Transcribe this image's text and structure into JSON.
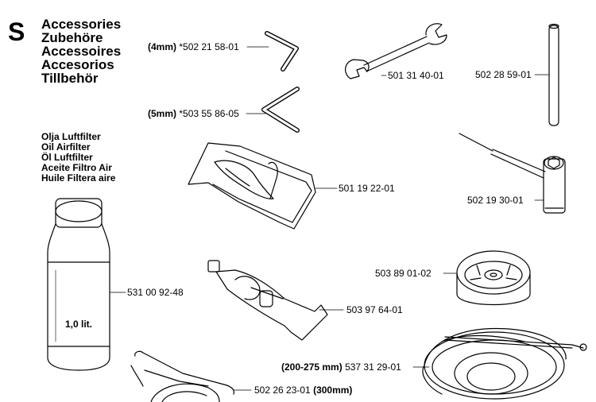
{
  "section": {
    "letter": "S"
  },
  "titles": [
    "Accessories",
    "Zubehöre",
    "Accessoires",
    "Accesorios",
    "Tillbehör"
  ],
  "oil_filter_titles": [
    "Olja Luftfilter",
    "Oil Airfilter",
    "Öl Luftfilter",
    "Aceite Filtro Air",
    "Huile Filtera aire"
  ],
  "parts": {
    "hex_key_4mm": {
      "prefix": "(4mm)",
      "number": "*502 21 58-01"
    },
    "hex_key_5mm": {
      "prefix": "(5mm)",
      "number": "*503 55 86-05"
    },
    "wrench": {
      "number": "501 31 40-01"
    },
    "rod": {
      "number": "502 28 59-01"
    },
    "chain_guard": {
      "number": "501 19 22-01"
    },
    "combi_tool": {
      "number": "502 19 30-01"
    },
    "oil_bottle": {
      "number": "531 00 92-48",
      "label": "1,0 lit."
    },
    "grease_tube": {
      "number": "503 97 64-01"
    },
    "spool": {
      "number": "503 89 01-02"
    },
    "blade_guard": {
      "prefix": "(200-275 mm)",
      "number": "537 31 29-01"
    },
    "harness_plate": {
      "number": "502 26 23-01",
      "suffix": "(300mm)"
    }
  }
}
